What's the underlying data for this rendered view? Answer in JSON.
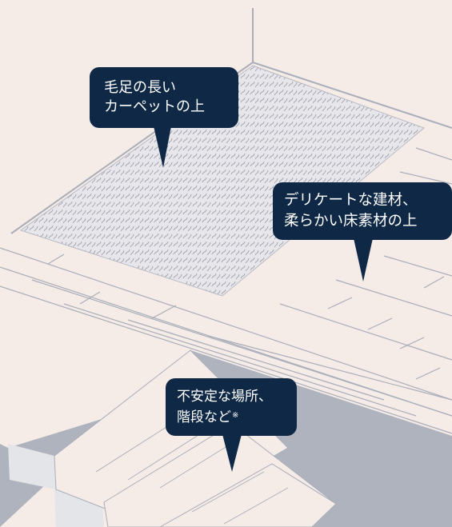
{
  "callouts": {
    "carpet": {
      "line1": "毛足の長い",
      "line2": "カーペットの上"
    },
    "delicate": {
      "line1": "デリケートな建材、",
      "line2": "柔らかい床素材の上"
    },
    "unstable": {
      "line1": "不安定な場所、",
      "line2": "階段など",
      "note": "※"
    }
  },
  "colors": {
    "background": "#f5ebe7",
    "bubble": "#0f2846",
    "bubble_text": "#ffffff",
    "wall_line": "#a9aeb9",
    "plank_line": "#a9aeb9",
    "carpet_fill": "#e7e6ea",
    "carpet_fiber": "#9ea1ad",
    "step_side": "#e4e5e9",
    "stairwell": "#aeb3be"
  }
}
